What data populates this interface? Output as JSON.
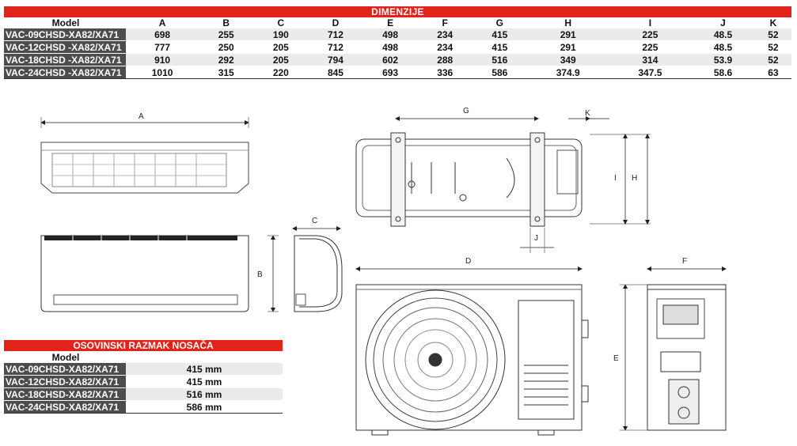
{
  "dimensions_table": {
    "title": "DIMENZIJE",
    "model_header": "Model",
    "columns": [
      "A",
      "B",
      "C",
      "D",
      "E",
      "F",
      "G",
      "H",
      "I",
      "J",
      "K"
    ],
    "rows": [
      {
        "model": "VAC-09CHSD-XA82/XA71",
        "values": [
          "698",
          "255",
          "190",
          "712",
          "498",
          "234",
          "415",
          "291",
          "225",
          "48.5",
          "52"
        ]
      },
      {
        "model": "VAC-12CHSD -XA82/XA71",
        "values": [
          "777",
          "250",
          "205",
          "712",
          "498",
          "234",
          "415",
          "291",
          "225",
          "48.5",
          "52"
        ]
      },
      {
        "model": "VAC-18CHSD -XA82/XA71",
        "values": [
          "910",
          "292",
          "205",
          "794",
          "602",
          "288",
          "516",
          "349",
          "314",
          "53.9",
          "52"
        ]
      },
      {
        "model": "VAC-24CHSD -XA82/XA71",
        "values": [
          "1010",
          "315",
          "220",
          "845",
          "693",
          "336",
          "586",
          "374.9",
          "347.5",
          "58.6",
          "63"
        ]
      }
    ]
  },
  "axle_table": {
    "title": "OSOVINSKI RAZMAK NOSAČA",
    "model_header": "Model",
    "rows": [
      {
        "model": "VAC-09CHSD-XA82/XA71",
        "value": "415 mm"
      },
      {
        "model": "VAC-12CHSD-XA82/XA71",
        "value": "415 mm"
      },
      {
        "model": "VAC-18CHSD-XA82/XA71",
        "value": "516 mm"
      },
      {
        "model": "VAC-24CHSD-XA82/XA71",
        "value": "586 mm"
      }
    ]
  },
  "drawing_labels": {
    "a": "A",
    "b": "B",
    "c": "C",
    "d": "D",
    "e": "E",
    "f": "F",
    "g": "G",
    "h": "H",
    "i": "I",
    "j": "J",
    "k": "K"
  },
  "colors": {
    "accent": "#e2231a",
    "model_cell": "#4d4d4f",
    "stripe": "#ebebeb"
  }
}
